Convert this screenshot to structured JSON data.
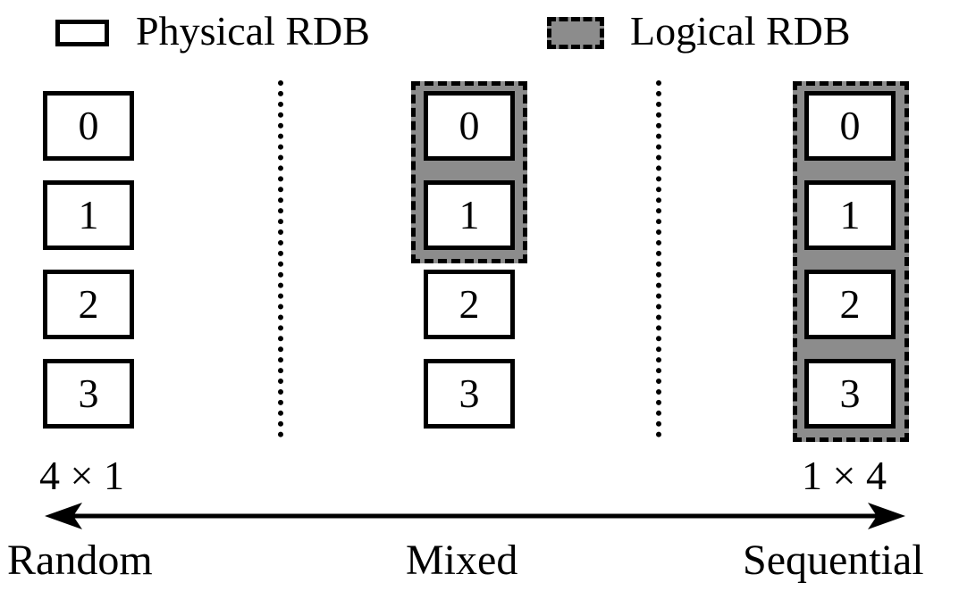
{
  "legend": {
    "physical_label": "Physical RDB",
    "logical_label": "Logical RDB"
  },
  "columns": [
    {
      "blocks": [
        "0",
        "1",
        "2",
        "3"
      ],
      "ratio": "4 × 1"
    },
    {
      "blocks": [
        "0",
        "1",
        "2",
        "3"
      ]
    },
    {
      "blocks": [
        "0",
        "1",
        "2",
        "3"
      ],
      "ratio": "1 × 4"
    }
  ],
  "axis": {
    "left_label": "Random",
    "middle_label": "Mixed",
    "right_label": "Sequential"
  },
  "colors": {
    "logical_fill": "#8c8c8c",
    "stroke": "#000000"
  }
}
